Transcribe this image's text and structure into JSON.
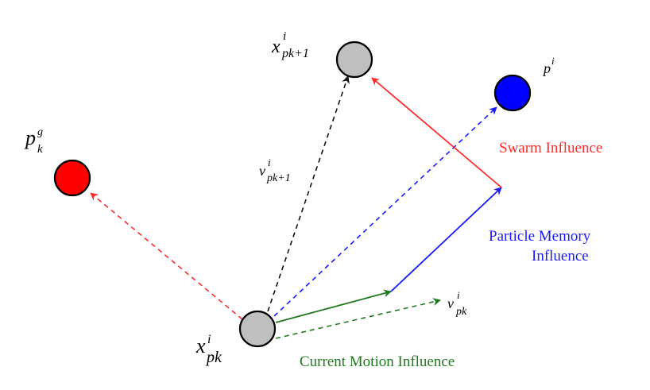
{
  "symbols": {
    "x_base": "x",
    "x_sup": "i",
    "x_sub_next": "pk+1",
    "x_sub_cur": "pk",
    "p_base": "p",
    "p_sup": "i",
    "pg_base": "p",
    "pg_sup": "g",
    "pg_sub": "k",
    "v_base": "v",
    "v_sup": "i",
    "v_sub_next": "pk+1",
    "v_sub_cur": "pk"
  },
  "labels": {
    "swarm": "Swarm Influence",
    "memory_line1": "Particle Memory",
    "memory_line2": "Influence",
    "motion": "Current Motion Influence"
  },
  "colors": {
    "swarm": "#ff2a2a",
    "memory": "#1a1aff",
    "motion": "#1f7a1f",
    "velocity": "#111111",
    "particle": "#bfbfbf",
    "global_best": "#ff0000",
    "personal_best": "#0000ff"
  }
}
